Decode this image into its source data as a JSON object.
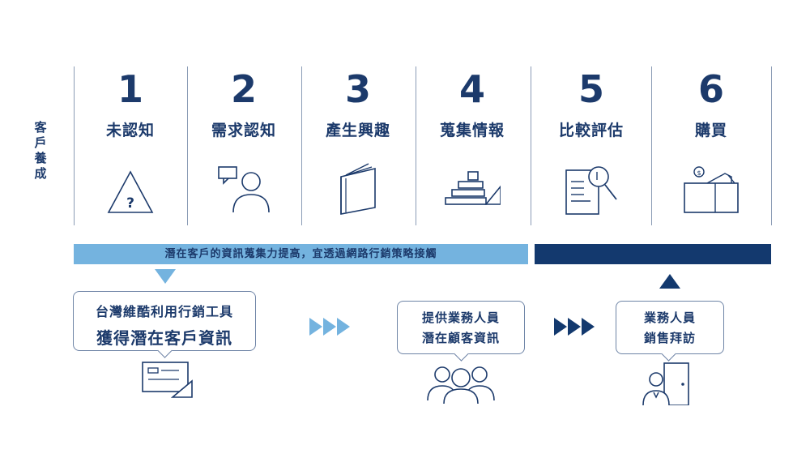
{
  "side_label": "客戶養成",
  "stages": [
    {
      "num": "1",
      "name": "未認知",
      "icon": "question-warning-icon"
    },
    {
      "num": "2",
      "name": "需求認知",
      "icon": "person-speech-icon"
    },
    {
      "num": "3",
      "name": "產生興趣",
      "icon": "book-icon"
    },
    {
      "num": "4",
      "name": "蒐集情報",
      "icon": "stacked-blocks-icon"
    },
    {
      "num": "5",
      "name": "比較評估",
      "icon": "document-magnifier-icon"
    },
    {
      "num": "6",
      "name": "購買",
      "icon": "wallet-coin-icon"
    }
  ],
  "bar_text": "潛在客戶的資訊蒐集力提高，宜透過網路行銷策略接觸",
  "bubbles": [
    {
      "line1": "台灣維酷利用行銷工具",
      "line2": "獲得潛在客戶資訊",
      "icon": "form-card-icon"
    },
    {
      "line1": "提供業務人員",
      "line2": "潛在顧客資訊",
      "icon": "group-people-icon"
    },
    {
      "line1": "業務人員",
      "line2": "銷售拜訪",
      "icon": "person-door-icon"
    }
  ],
  "colors": {
    "navy": "#1c3a6b",
    "light_blue": "#74b3df",
    "dark_blue": "#13396e"
  }
}
